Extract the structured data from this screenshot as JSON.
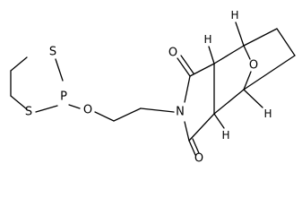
{
  "molecule": {
    "atoms": {
      "s_top": "S",
      "s_bottom": "S",
      "p": "P",
      "o_ether": "O",
      "n": "N",
      "o_carbonyl_top": "O",
      "o_carbonyl_bottom": "O",
      "o_bridge": "O",
      "h_bridgehead_top": "H",
      "h_ring_fusion_top": "H",
      "h_bridgehead_bottom": "H",
      "h_ring_fusion_bottom": "H"
    }
  }
}
